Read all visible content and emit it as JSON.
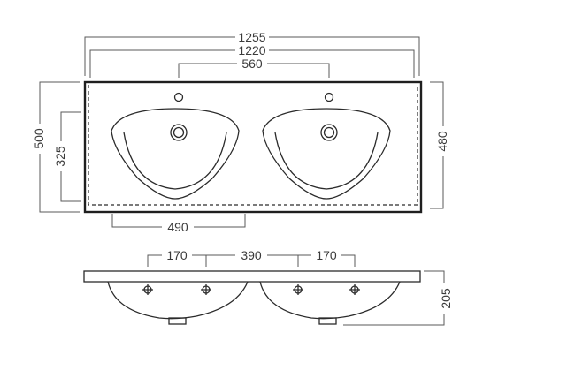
{
  "dimensions": {
    "overall_width": "1255",
    "top_width": "1220",
    "tap_spacing": "560",
    "overall_depth": "500",
    "bowl_depth": "325",
    "top_depth": "480",
    "bowl_width": "490",
    "edge_to_first_bowl": "170",
    "bowl_gap": "390",
    "edge_to_second_bowl": "170",
    "height": "205"
  },
  "colors": {
    "line": "#1f1f1f",
    "dimension": "#5a5a5a",
    "background": "#ffffff"
  }
}
